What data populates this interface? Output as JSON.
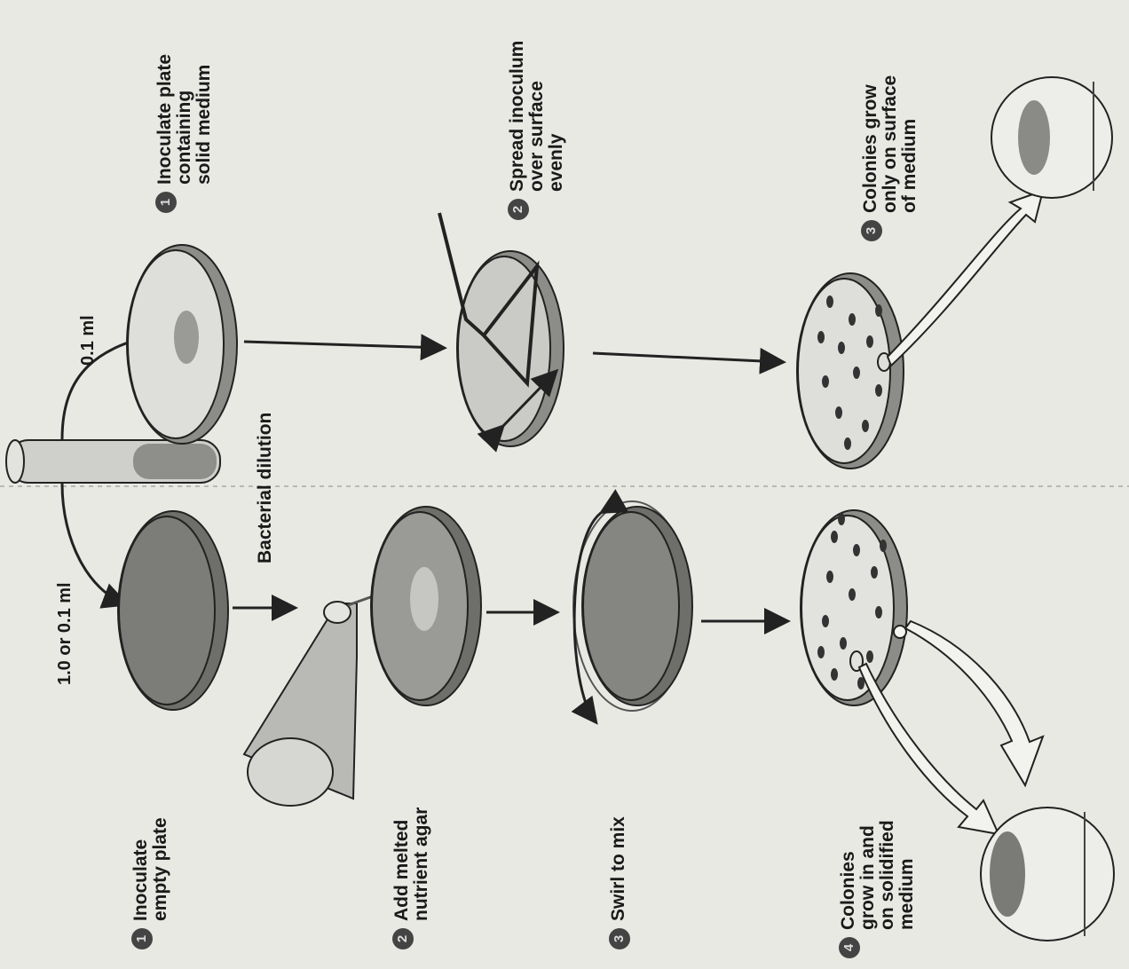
{
  "tube_label": "Bacterial dilution",
  "volume_pour": "1.0 or 0.1 ml",
  "volume_spread": "0.1 ml",
  "pour_plate_steps": [
    {
      "number": "1",
      "lines": [
        "Inoculate",
        "empty plate"
      ]
    },
    {
      "number": "2",
      "lines": [
        "Add melted",
        "nutrient agar"
      ]
    },
    {
      "number": "3",
      "lines": [
        "Swirl to mix"
      ]
    },
    {
      "number": "4",
      "lines": [
        "Colonies",
        "grow in and",
        "on solidified",
        "medium"
      ]
    }
  ],
  "spread_plate_steps": [
    {
      "number": "1",
      "lines": [
        "Inoculate plate",
        "containing",
        "solid medium"
      ]
    },
    {
      "number": "2",
      "lines": [
        "Spread inoculum",
        "over surface",
        "evenly"
      ]
    },
    {
      "number": "3",
      "lines": [
        "Colonies grow",
        "only on surface",
        "of medium"
      ]
    }
  ]
}
